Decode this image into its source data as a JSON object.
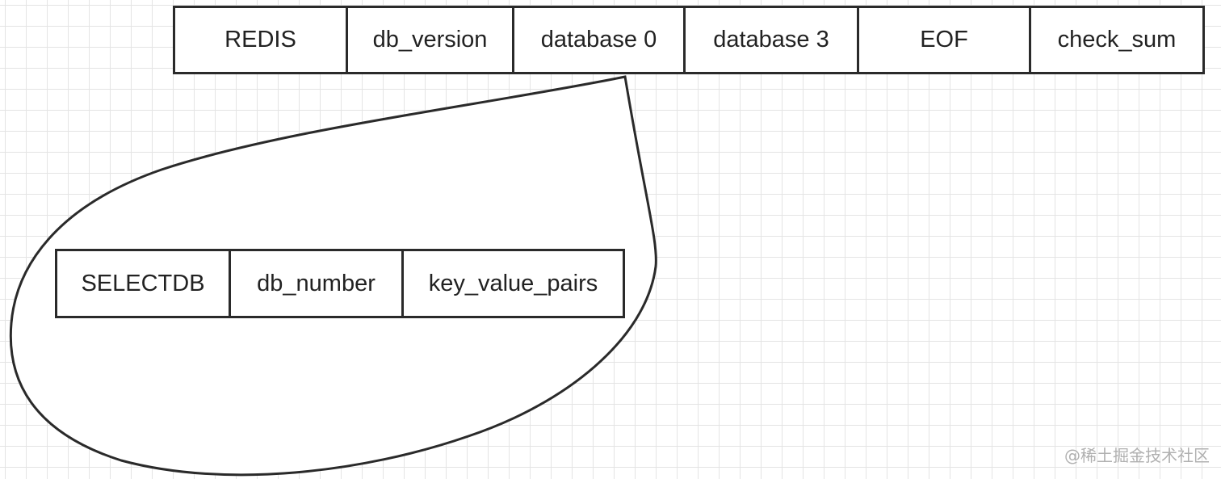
{
  "top_row": {
    "cells": [
      "REDIS",
      "db_version",
      "database 0",
      "database 3",
      "EOF",
      "check_sum"
    ]
  },
  "expansion": {
    "cells": [
      "SELECTDB",
      "db_number",
      "key_value_pairs"
    ]
  },
  "watermark": "@稀土掘金技术社区",
  "colors": {
    "stroke": "#2a2a2a",
    "grid": "#e4e4e4",
    "text": "#222222",
    "watermark": "#b0b0b0"
  }
}
